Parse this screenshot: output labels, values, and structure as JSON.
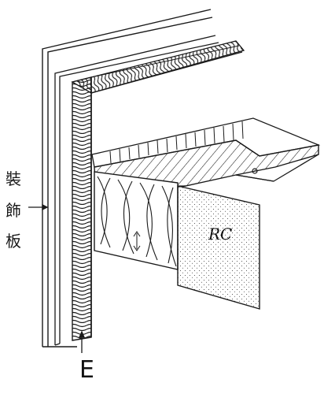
{
  "labels": {
    "decorative_panel": [
      "裝",
      "飾",
      "板"
    ],
    "e_marker": "E",
    "rc": "RC"
  },
  "colors": {
    "ink": "#1a1a1a",
    "background": "#ffffff",
    "dot": "#333333"
  }
}
